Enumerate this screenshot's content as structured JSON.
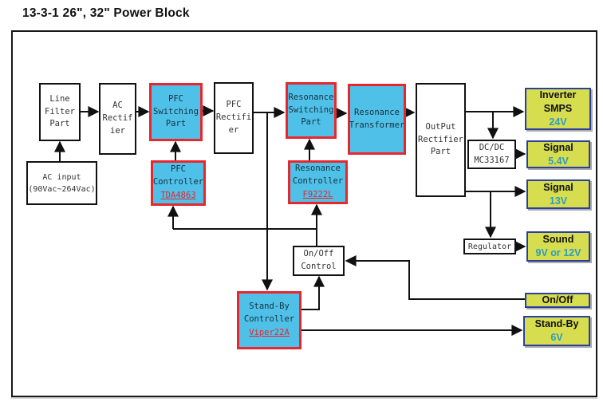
{
  "title": "13-3-1 26\", 32\" Power Block",
  "blocks": {
    "line_filter": {
      "lines": [
        "Line",
        "Filter",
        "Part"
      ]
    },
    "ac_rectifier": {
      "lines": [
        "AC",
        "Rectif",
        "ier"
      ]
    },
    "pfc_switching": {
      "lines": [
        "PFC",
        "Switching",
        "Part"
      ]
    },
    "pfc_rectifier": {
      "lines": [
        "PFC",
        "Rectifi",
        "er"
      ]
    },
    "resonance_switching": {
      "lines": [
        "Resonance",
        "Switching",
        "Part"
      ]
    },
    "resonance_transformer": {
      "lines": [
        "Resonance",
        "Transformer"
      ]
    },
    "output_rectifier": {
      "lines": [
        "OutPut",
        "Rectifier",
        "Part"
      ]
    },
    "ac_input": {
      "lines": [
        "AC input",
        "(90Vac~264Vac)"
      ]
    },
    "pfc_controller": {
      "lines": [
        "PFC",
        "Controller"
      ],
      "part": "TDA4863"
    },
    "resonance_controller": {
      "lines": [
        "Resonance",
        "Controller"
      ],
      "part": "F9222L"
    },
    "dcdc_converter": {
      "lines": [
        "DC/DC",
        "MC33167"
      ]
    },
    "onoff_control": {
      "lines": [
        "On/Off",
        "Control"
      ]
    },
    "regulator": {
      "lines": [
        "Regulator"
      ]
    },
    "standby_controller": {
      "lines": [
        "Stand-By",
        "Controller"
      ],
      "part": "Viper22A"
    }
  },
  "outputs": {
    "inverter": {
      "lines": [
        "Inverter",
        "SMPS"
      ],
      "value": "24V"
    },
    "signal_5v4": {
      "lines": [
        "Signal"
      ],
      "value": "5.4V"
    },
    "signal_13v": {
      "lines": [
        "Signal"
      ],
      "value": "13V"
    },
    "sound": {
      "lines": [
        "Sound"
      ],
      "value": "9V or 12V"
    },
    "onoff": {
      "lines": [
        "On/Off"
      ]
    },
    "standby": {
      "lines": [
        "Stand-By"
      ],
      "value": "6V"
    }
  },
  "colors": {
    "cyan_fill": "#4fc1e9",
    "red_border": "#e8262c",
    "green_fill": "#d6dd4f",
    "navy_border": "#2b3f9e",
    "voltage_text": "#2f9cbe",
    "wire": "#101010"
  }
}
